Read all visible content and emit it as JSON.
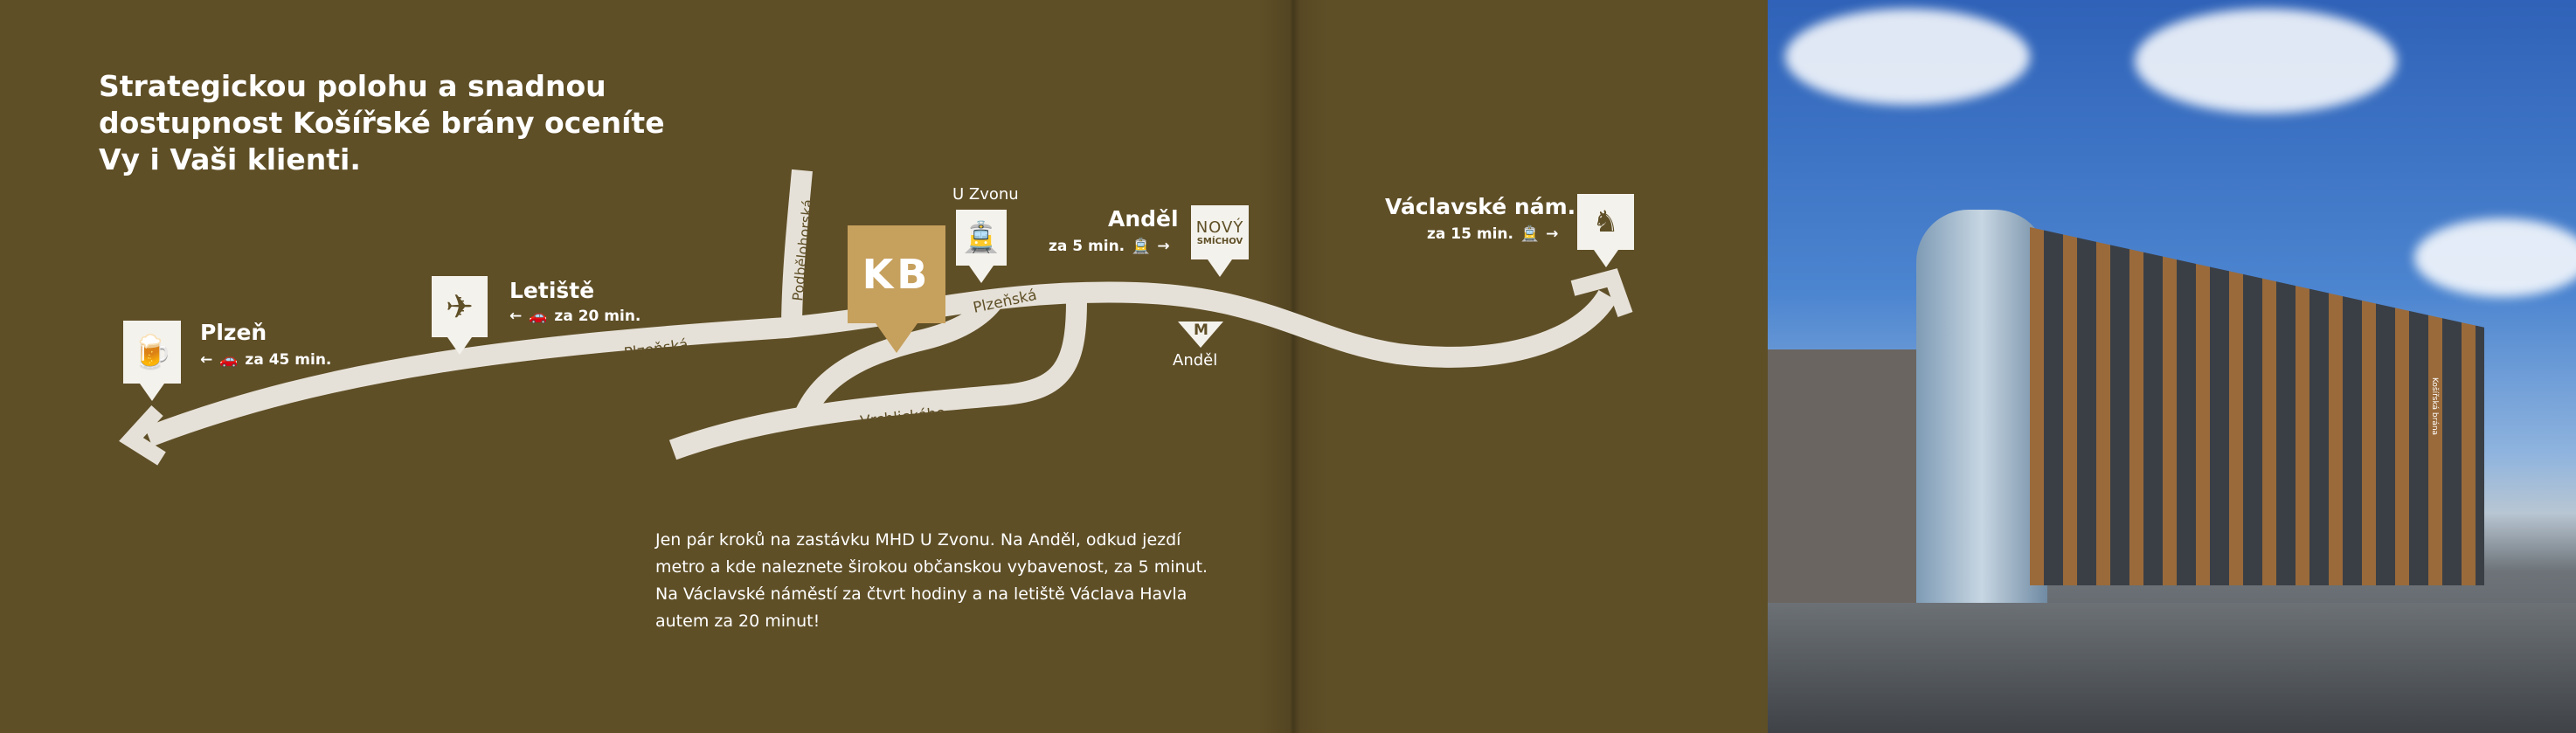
{
  "headline": [
    "Strategickou polohu a snadnou",
    "dostupnost Košířské brány oceníte",
    "Vy i Vaši klienti."
  ],
  "logo": {
    "text": "KB",
    "color": "#c6a05d"
  },
  "colors": {
    "background": "#5f4f27",
    "road": "#e6e1d8",
    "pin": "#f4f2ec"
  },
  "streets": {
    "plzenska": "Plzeňská",
    "podbelohorska": "Podbělohorská",
    "vrchlickeho": "Vrchlického"
  },
  "destinations": [
    {
      "name": "Plzeň",
      "time": "za 45 min.",
      "mode": "car-icon",
      "direction": "left",
      "icon": "beer-icon"
    },
    {
      "name": "Letiště",
      "time": "za 20 min.",
      "mode": "car-icon",
      "direction": "left",
      "icon": "airplane-icon"
    },
    {
      "name": "Anděl",
      "time": "za 5 min.",
      "mode": "tram-icon",
      "direction": "right",
      "icon_text": [
        "NOVÝ",
        "SMÍCHOV"
      ]
    },
    {
      "name": "Václavské nám.",
      "time": "za 15 min.",
      "mode": "tram-icon",
      "direction": "right",
      "icon": "statue-icon"
    }
  ],
  "stops": {
    "tram": "U Zvonu",
    "metro": "Anděl",
    "metro_letter": "M"
  },
  "paragraph": "Jen pár kroků na zastávku MHD U Zvonu. Na Anděl, odkud jezdí metro a kde naleznete širokou občanskou vybavenost, za 5 minut. Na Václavské náměstí za čtvrt hodiny a na letiště Václava Havla autem za 20 minut!",
  "photo": {
    "sign": "Košířská brána"
  }
}
